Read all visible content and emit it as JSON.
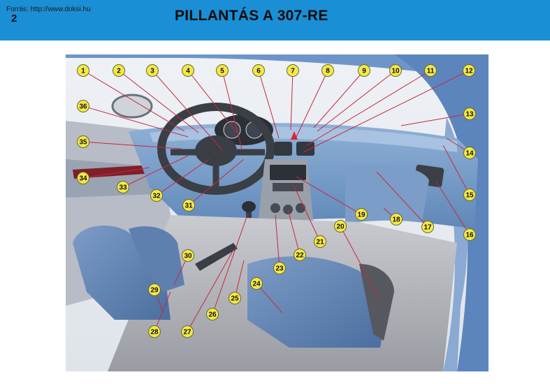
{
  "header": {
    "source": "Forrás: http://www.doksi.hu",
    "page_number": "2",
    "title": "PILLANTÁS A 307-RE"
  },
  "callouts": [
    "1",
    "2",
    "3",
    "4",
    "5",
    "6",
    "7",
    "8",
    "9",
    "10",
    "11",
    "12",
    "13",
    "14",
    "15",
    "16",
    "17",
    "18",
    "19",
    "20",
    "21",
    "22",
    "23",
    "24",
    "25",
    "26",
    "27",
    "28",
    "29",
    "30",
    "31",
    "32",
    "33",
    "34",
    "35",
    "36"
  ],
  "colors": {
    "header": "#1a8fd6",
    "badge": "#f2e84a",
    "leader": "#c8283c"
  }
}
